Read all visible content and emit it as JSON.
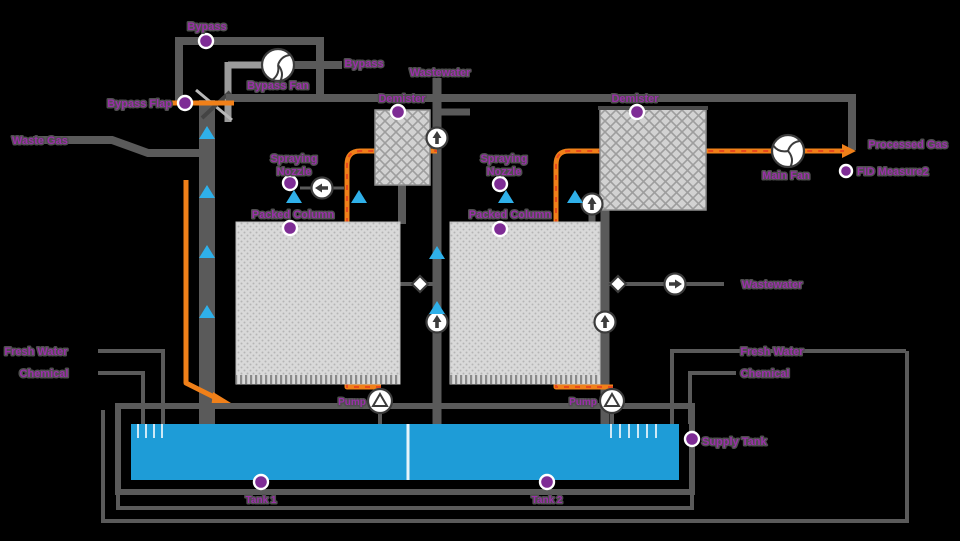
{
  "diagram_title": "Two-stage packed column waste gas scrubber flow diagram",
  "labels": {
    "bypass_top": "Bypass",
    "bypass_fan": "Bypass Fan",
    "bypass_out": "Bypass",
    "bypass_flap": "Bypass Flap",
    "waste_gas": "Waste Gas",
    "wastewater_top": "Wastewater",
    "demister_1": "Demister",
    "demister_2": "Demister",
    "spraying_1_line1": "Spraying",
    "spraying_1_line2": "Nozzle",
    "spraying_2_line1": "Spraying",
    "spraying_2_line2": "Nozzle",
    "packed_column_1": "Packed Column",
    "packed_column_2": "Packed Column",
    "main_fan": "Main Fan",
    "processed_gas": "Processed Gas",
    "fid_measure": "FID Measure2",
    "wastewater_out": "Wastewater",
    "fresh_water_left": "Fresh Water",
    "chemical_left": "Chemical",
    "fresh_water_right": "Fresh Water",
    "chemical_right": "Chemical",
    "pump_1": "Pump",
    "pump_2": "Pump",
    "supply_tank": "Supply Tank",
    "tank_1": "Tank 1",
    "tank_2": "Tank 2"
  },
  "colors": {
    "background": "#000000",
    "label_text": "#9a2fa9",
    "marker_dot": "#7e2c95",
    "gas_duct": "#5a5a5a",
    "recirculation_pipe": "#f08019",
    "spray_nozzle": "#2fb0e9",
    "tank_water": "#1e9cd7",
    "packing_fill": "#d9d9d9"
  },
  "icons": {
    "fan": "fan-icon",
    "pump": "pump-icon",
    "valve_diamond": "diamond-valve-icon",
    "flap_valve": "butterfly-flap-icon",
    "flow_arrow": "flow-indicator-icon",
    "spray": "spray-nozzle-icon",
    "marker": "hotspot-marker"
  }
}
